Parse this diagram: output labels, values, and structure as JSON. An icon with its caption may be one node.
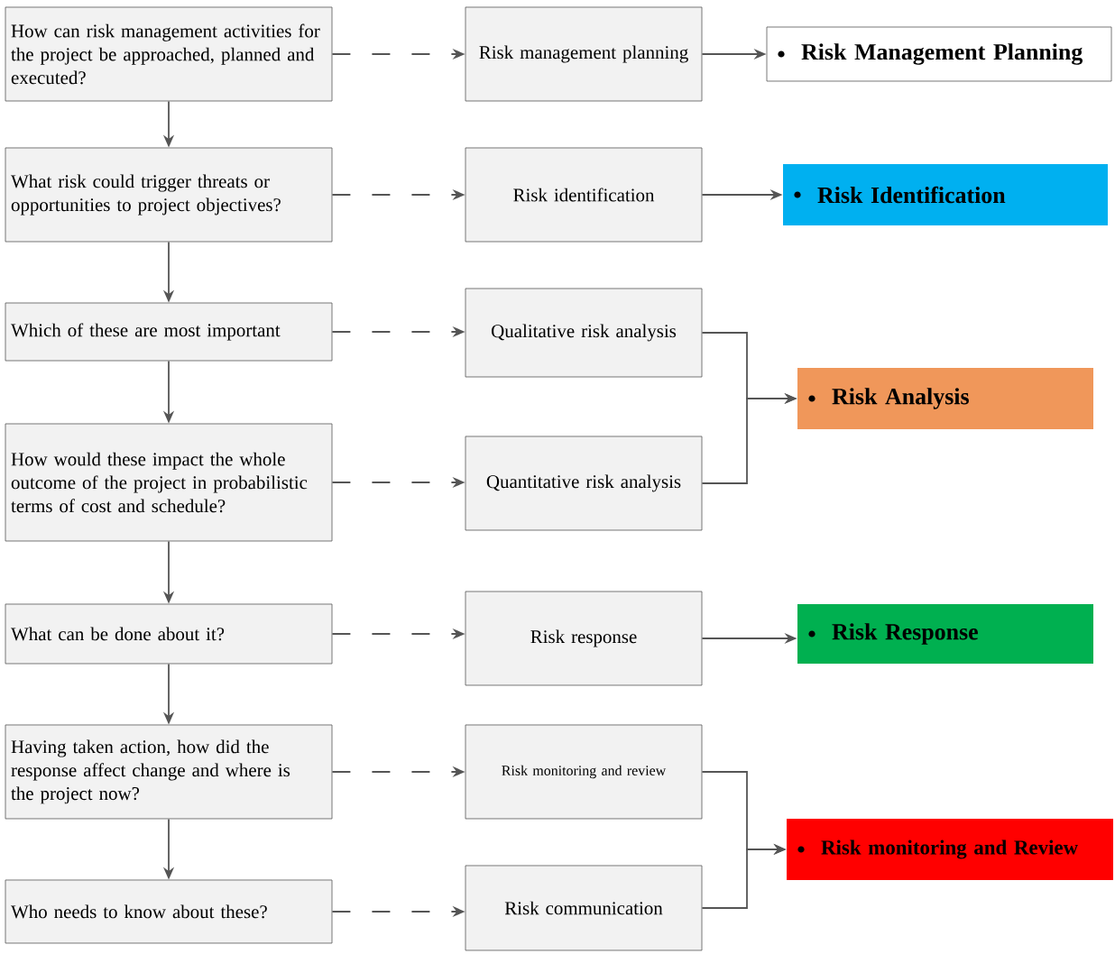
{
  "diagram": {
    "nodes": [
      {
        "text": [
          "How can risk management activities for the project be approached, planned and executed?"
        ]
      },
      {
        "text": [
          "What risk could trigger  threats or opportunities to project objectives?"
        ]
      },
      {
        "text": [
          "Which of these are most important"
        ]
      },
      {
        "text": [
          "How would these impact the whole outcome of the project in probabilistic terms of cost and schedule?"
        ]
      },
      {
        "text": [
          "What can be done about it?"
        ]
      },
      {
        "text": [
          "Having taken action, how did the response affect change and where is the project now?"
        ]
      },
      {
        "text": [
          "Who needs to know about these?"
        ]
      },
      {
        "text": [
          "Risk management planning"
        ]
      },
      {
        "text": [
          "Risk identification"
        ]
      },
      {
        "text": [
          "Qualitative risk analysis"
        ]
      },
      {
        "text": [
          "Quantitative risk analysis"
        ]
      },
      {
        "text": [
          "Risk response"
        ]
      },
      {
        "text": [
          "Risk monitoring and review"
        ]
      },
      {
        "text": [
          "Risk communication"
        ]
      },
      {
        "text": [
          "Risk Management Planning"
        ]
      },
      {
        "text": [
          "Risk Identification"
        ]
      },
      {
        "text": [
          "Risk Analysis"
        ]
      },
      {
        "text": [
          "Risk Response"
        ]
      },
      {
        "text": [
          "Risk monitoring and Review"
        ]
      }
    ],
    "edges": [
      {
        "from": 0,
        "to": 1,
        "arrow": "to"
      },
      {
        "from": 1,
        "to": 2,
        "arrow": "to"
      },
      {
        "from": 2,
        "to": 3,
        "arrow": "to"
      },
      {
        "from": 3,
        "to": 4,
        "arrow": "to"
      },
      {
        "from": 4,
        "to": 5,
        "arrow": "to"
      },
      {
        "from": 5,
        "to": 6,
        "arrow": "to"
      },
      {
        "from": 0,
        "to": 7,
        "arrow": "to",
        "style": "dashed"
      },
      {
        "from": 1,
        "to": 8,
        "arrow": "to",
        "style": "dashed"
      },
      {
        "from": 2,
        "to": 9,
        "arrow": "to",
        "style": "dashed"
      },
      {
        "from": 3,
        "to": 10,
        "arrow": "to",
        "style": "dashed"
      },
      {
        "from": 4,
        "to": 11,
        "arrow": "to",
        "style": "dashed"
      },
      {
        "from": 5,
        "to": 12,
        "arrow": "to",
        "style": "dashed"
      },
      {
        "from": 6,
        "to": 13,
        "arrow": "to",
        "style": "dashed"
      },
      {
        "from": 7,
        "to": 14,
        "arrow": "to"
      },
      {
        "from": 8,
        "to": 15,
        "arrow": "to"
      },
      {
        "from": 9,
        "to": 16,
        "arrow": "to"
      },
      {
        "from": 10,
        "to": 16,
        "arrow": "to"
      },
      {
        "from": 11,
        "to": 17,
        "arrow": "to"
      },
      {
        "from": 12,
        "to": 18,
        "arrow": "to"
      },
      {
        "from": 13,
        "to": 18,
        "arrow": "to"
      }
    ]
  }
}
